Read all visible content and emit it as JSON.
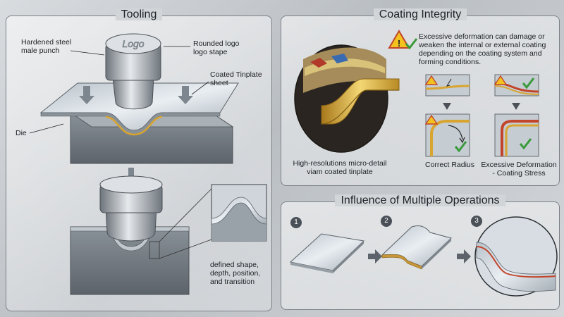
{
  "tooling": {
    "title": "Tooling",
    "punch_label": "Hardened steel\nmale punch",
    "logo_label": "Rounded logo\nlogo stape",
    "logo_text": "Logo",
    "sheet_label": "Coated Tinplate\nsheet",
    "die_label": "Die",
    "shape_label": "defined shape,\ndepth, position,\nand transition"
  },
  "coating": {
    "title": "Coating Integrity",
    "warning_text": "Excessive deformation can damage or\nweaken the internal or external coating\ndepending on the coating system and\nforming conditions.",
    "micro_label": "High-resolutions micro-detail\nviam coated tinplate",
    "correct_label": "Correct Radius",
    "excessive_label": "Excessive Deformation\n- Coating Stress"
  },
  "multiple": {
    "title": "Influence of Multiple Operations",
    "steps": [
      "1",
      "2",
      "3"
    ]
  },
  "colors": {
    "steel": "#8e959c",
    "coating_gold": "#d8a531",
    "coating_red": "#c2452b",
    "check_green": "#3a9a3a",
    "warning_yellow": "#f3c21f"
  },
  "icons": [
    "warning-icon",
    "check-icon",
    "arrow-down-icon",
    "arrow-right-icon"
  ]
}
